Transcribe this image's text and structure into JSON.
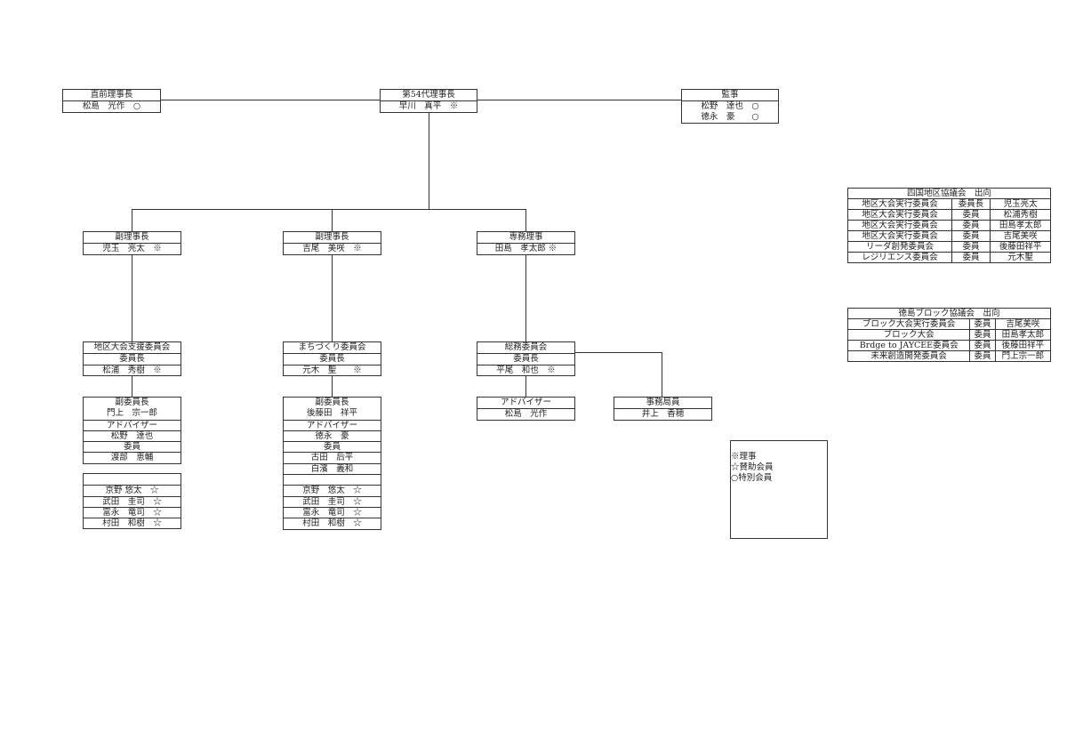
{
  "past_president": {
    "title": "直前理事長",
    "name": "松島　光作　○"
  },
  "president": {
    "title": "第54代理事長",
    "name": "早川　真平　※"
  },
  "auditors": {
    "title": "監事",
    "names": [
      "松野　達也　○",
      "徳永　豪　　○"
    ]
  },
  "vp1": {
    "title": "副理事長",
    "name": "児玉　亮太　※"
  },
  "vp2": {
    "title": "副理事長",
    "name": "吉尾　美咲　※"
  },
  "md": {
    "title": "専務理事",
    "name": "田島　孝太郎 ※"
  },
  "c1": {
    "title": "地区大会支援委員会",
    "role": "委員長",
    "chair": "松浦　秀樹　※",
    "members": [
      "副委員長",
      "門上　宗一郎",
      "アドバイザー",
      "松野　達也",
      "委員",
      "渡部　恵輔"
    ],
    "supporters": [
      "",
      "京野 悠太　☆",
      "武田　圭司　☆",
      "富永　竜司　☆",
      "村田　和樹　☆"
    ]
  },
  "c2": {
    "title": "まちづくり委員会",
    "role": "委員長",
    "chair": "元木　聖　　※",
    "members": [
      "副委員長",
      "後藤田　祥平",
      "アドバイザー",
      "徳永　豪",
      "委員",
      "古田　后平",
      "白濱　義和",
      "",
      "京野　悠太　☆",
      "武田　圭司　☆",
      "富永　竜司　☆",
      "村田　和樹　☆"
    ]
  },
  "c3": {
    "title": "総務委員会",
    "role": "委員長",
    "chair": "平尾　和也　※",
    "advisor": {
      "title": "アドバイザー",
      "name": "松島　光作"
    },
    "office": {
      "title": "事務局員",
      "name": "井上　香穂"
    }
  },
  "legend": [
    "※理事",
    "☆賛助会員",
    "○特別会員"
  ],
  "shikoku": {
    "title": "四国地区協議会　出向",
    "rows": [
      [
        "地区大会実行委員会",
        "委員長",
        "児玉亮太"
      ],
      [
        "地区大会実行委員会",
        "委員",
        "松浦秀樹"
      ],
      [
        "地区大会実行委員会",
        "委員",
        "田島孝太郎"
      ],
      [
        "地区大会実行委員会",
        "委員",
        "吉尾美咲"
      ],
      [
        "リーダ創発委員会",
        "委員",
        "後藤田祥平"
      ],
      [
        "レジリエンス委員会",
        "委員",
        "元木聖"
      ]
    ]
  },
  "tokushima": {
    "title": "徳島ブロック協議会　出向",
    "rows": [
      [
        "ブロック大会実行委員会",
        "委員",
        "吉尾美咲"
      ],
      [
        "ブロック大会",
        "委員",
        "田島孝太郎"
      ],
      [
        "Brdge to JAYCEE委員会",
        "委員",
        "後藤田祥平"
      ],
      [
        "未来創造開発委員会",
        "委員",
        "門上宗一郎"
      ]
    ]
  }
}
